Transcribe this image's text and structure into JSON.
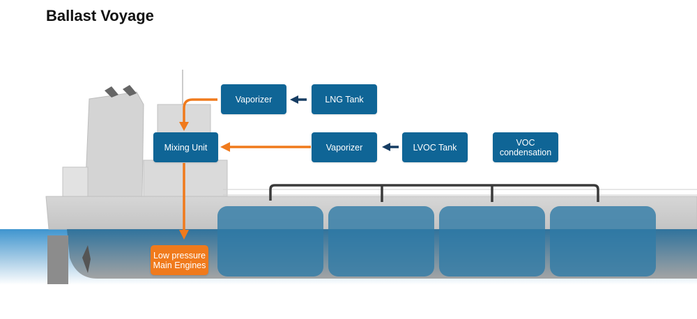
{
  "title": "Ballast Voyage",
  "colors": {
    "component_box": "#0f6596",
    "engine_box": "#f07a1c",
    "fuel_flow_arrow": "#f07a1c",
    "feed_arrow": "#163d63",
    "cargo_tank": "#2f7aa6",
    "water": "#3f95cf",
    "hull": "#c9c9c9",
    "vapor_pipe": "#3a3a3a"
  },
  "components": {
    "vaporizer_lng": "Vaporizer",
    "lng_tank": "LNG Tank",
    "mixing_unit": "Mixing Unit",
    "vaporizer_lvoc": "Vaporizer",
    "lvoc_tank": "LVOC Tank",
    "voc_condensation": "VOC\ncondensation",
    "main_engines": "Low pressure\nMain Engines"
  },
  "cargo_tanks": {
    "count": 4
  },
  "flows": [
    {
      "from": "LNG Tank",
      "to": "Vaporizer (LNG)",
      "type": "feed"
    },
    {
      "from": "Vaporizer (LNG)",
      "to": "Mixing Unit",
      "type": "fuel"
    },
    {
      "from": "LVOC Tank",
      "to": "Vaporizer (LVOC)",
      "type": "feed"
    },
    {
      "from": "Vaporizer (LVOC)",
      "to": "Mixing Unit",
      "type": "fuel"
    },
    {
      "from": "Mixing Unit",
      "to": "Low pressure Main Engines",
      "type": "fuel"
    }
  ]
}
